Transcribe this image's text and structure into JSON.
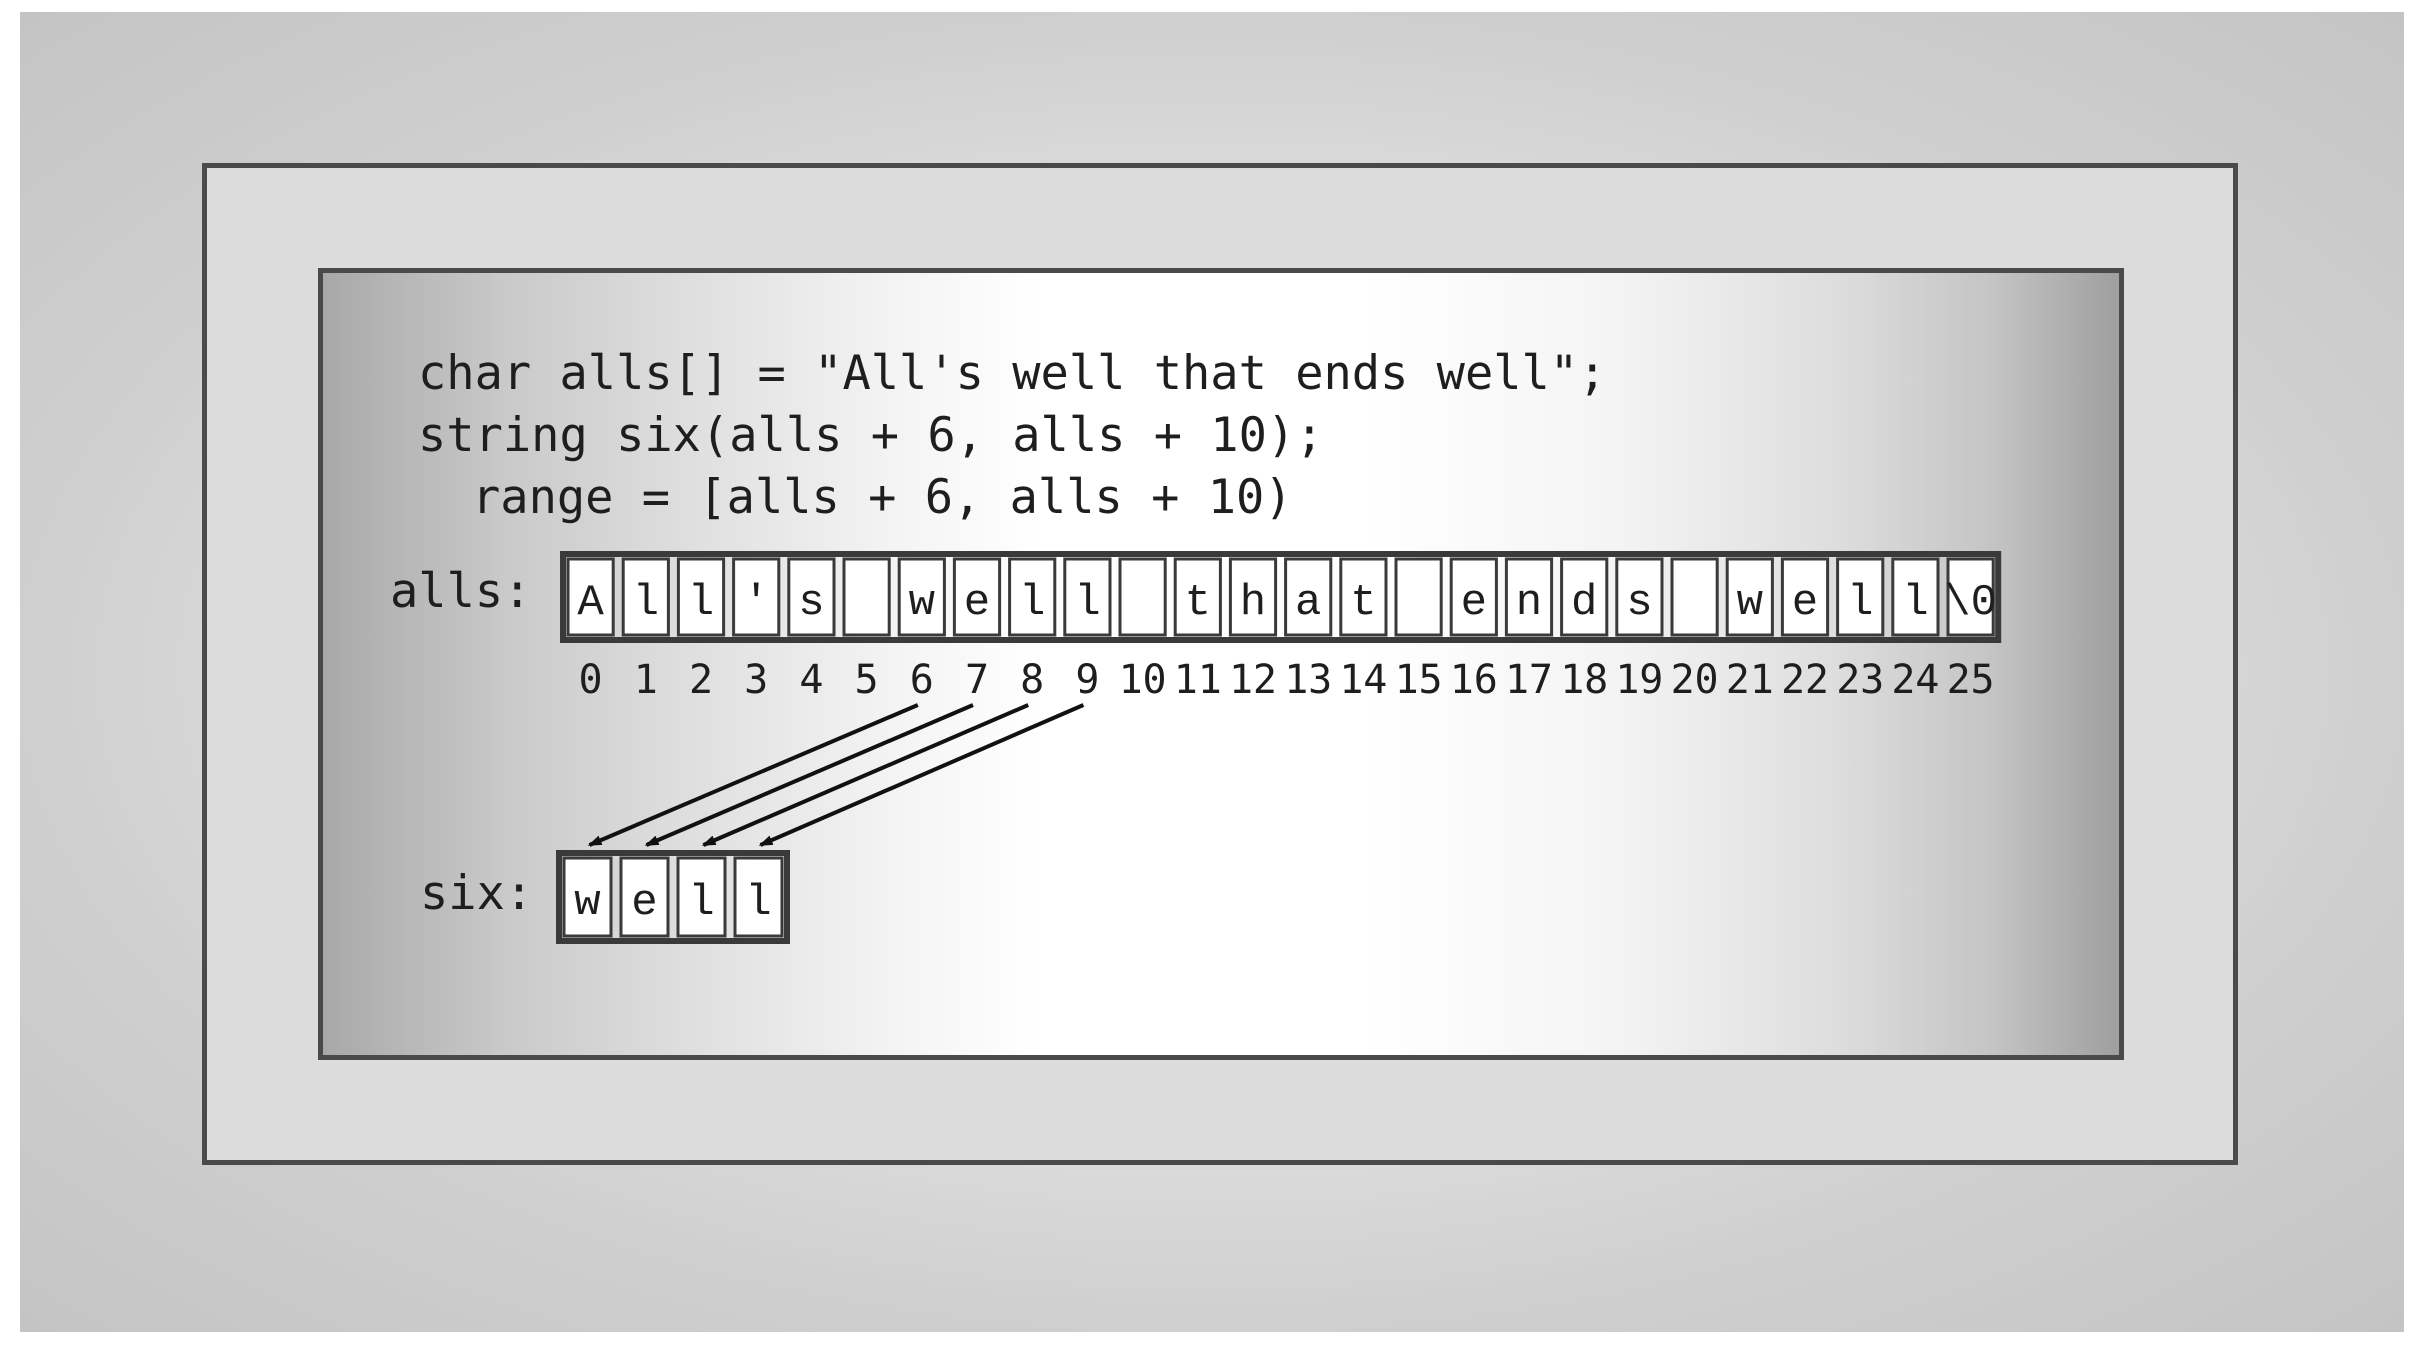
{
  "code": {
    "line1": "char alls[] = \"All's well that ends well\";",
    "line2": "string six(alls + 6, alls + 10);",
    "line3": "range = [alls + 6, alls + 10)"
  },
  "alls": {
    "label": "alls:",
    "cells": [
      "A",
      "l",
      "l",
      "'",
      "s",
      " ",
      "w",
      "e",
      "l",
      "l",
      " ",
      "t",
      "h",
      "a",
      "t",
      " ",
      "e",
      "n",
      "d",
      "s",
      " ",
      "w",
      "e",
      "l",
      "l",
      "\\0"
    ],
    "indices": [
      "0",
      "1",
      "2",
      "3",
      "4",
      "5",
      "6",
      "7",
      "8",
      "9",
      "10",
      "11",
      "12",
      "13",
      "14",
      "15",
      "16",
      "17",
      "18",
      "19",
      "20",
      "21",
      "22",
      "23",
      "24",
      "25"
    ]
  },
  "six": {
    "label": "six:",
    "cells": [
      "w",
      "e",
      "l",
      "l"
    ]
  },
  "arrows": {
    "from_indices": [
      6,
      7,
      8,
      9
    ],
    "to_cells": [
      0,
      1,
      2,
      3
    ]
  }
}
